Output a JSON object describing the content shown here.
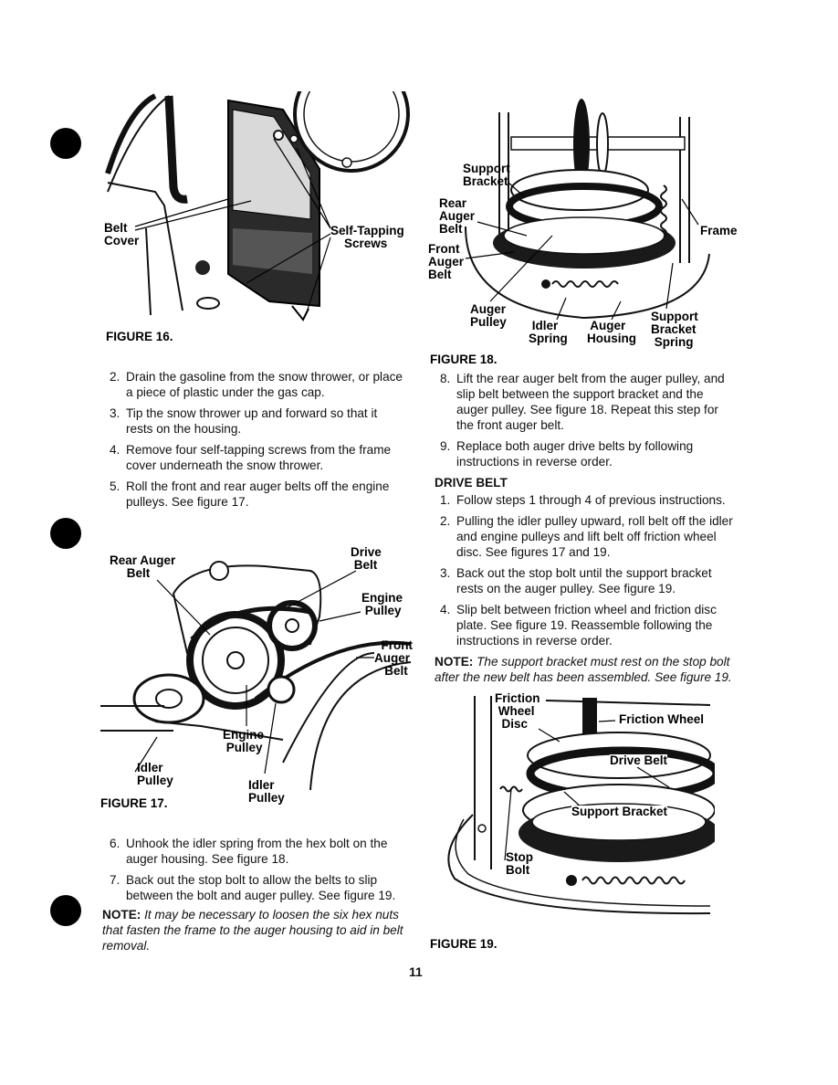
{
  "figures": {
    "fig16": {
      "caption": "FIGURE 16.",
      "labels": {
        "belt_cover": "Belt\nCover",
        "self_tapping": "Self-Tapping\n    Screws"
      }
    },
    "fig17": {
      "caption": "FIGURE 17.",
      "labels": {
        "rear_auger_belt": "Rear Auger\n     Belt",
        "drive_belt": "Drive\n Belt",
        "engine_pulley_top": "Engine\n Pulley",
        "front_auger_belt": "  Front\nAuger\n   Belt",
        "engine_pulley_bottom": "Engine\n Pulley",
        "idler_pulley_left": "Idler\nPulley",
        "idler_pulley_right": "Idler\nPulley"
      }
    },
    "fig18": {
      "caption": "FIGURE 18.",
      "labels": {
        "support_bracket": "Support\nBracket",
        "rear_auger_belt": "Rear\nAuger\nBelt",
        "frame": "Frame",
        "front_auger_belt": "Front\nAuger\nBelt",
        "auger_pulley": "Auger\nPulley",
        "idler_spring": " Idler\nSpring",
        "auger_housing": " Auger\nHousing",
        "support_bracket_spring": "Support\nBracket\n Spring"
      }
    },
    "fig19": {
      "caption": "FIGURE 19.",
      "labels": {
        "friction_wheel_disc": "Friction\n Wheel\n  Disc",
        "friction_wheel": "Friction Wheel",
        "drive_belt": "Drive Belt",
        "support_bracket": "Support Bracket",
        "stop_bolt": "Stop\nBolt"
      }
    }
  },
  "left_steps_a": [
    {
      "num": "2.",
      "text": "Drain the gasoline from the snow thrower, or place a piece of plastic under the gas cap."
    },
    {
      "num": "3.",
      "text": "Tip the snow thrower up and forward so that it rests on the housing."
    },
    {
      "num": "4.",
      "text": "Remove four self-tapping screws from the frame cover underneath the snow thrower."
    },
    {
      "num": "5.",
      "text": "Roll the front and rear auger belts off the engine pulleys. See figure 17."
    }
  ],
  "left_steps_b": [
    {
      "num": "6.",
      "text": "Unhook the idler spring from the hex bolt on the auger housing. See figure 18."
    },
    {
      "num": "7.",
      "text": "Back out the stop bolt to allow the belts to slip between the bolt and auger pulley. See figure 19."
    }
  ],
  "left_note": {
    "label": "NOTE:",
    "text": "It may be necessary to loosen the six hex nuts that fasten the frame to the auger housing to aid in belt removal."
  },
  "right_steps_a": [
    {
      "num": "8.",
      "text": "Lift the rear auger belt from the auger pulley, and slip belt between the support bracket and the auger pulley. See figure 18. Repeat this step for the front auger belt."
    },
    {
      "num": "9.",
      "text": "Replace both auger drive belts by following instructions in reverse order."
    }
  ],
  "drive_belt_heading": "DRIVE BELT",
  "right_steps_b": [
    {
      "num": "1.",
      "text": "Follow steps 1 through 4 of previous instructions."
    },
    {
      "num": "2.",
      "text": "Pulling the idler pulley upward, roll belt off the idler and engine pulleys and lift belt off friction wheel disc. See figures 17 and 19."
    },
    {
      "num": "3.",
      "text": "Back out the stop bolt until the support bracket rests on the auger pulley. See figure 19."
    },
    {
      "num": "4.",
      "text": "Slip belt between friction wheel and friction disc plate. See figure 19. Reassemble following the instructions in reverse order."
    }
  ],
  "right_note": {
    "label": "NOTE:",
    "text": "The support bracket must rest on the stop bolt after the new belt has been assembled. See figure 19."
  },
  "page_number": "11"
}
